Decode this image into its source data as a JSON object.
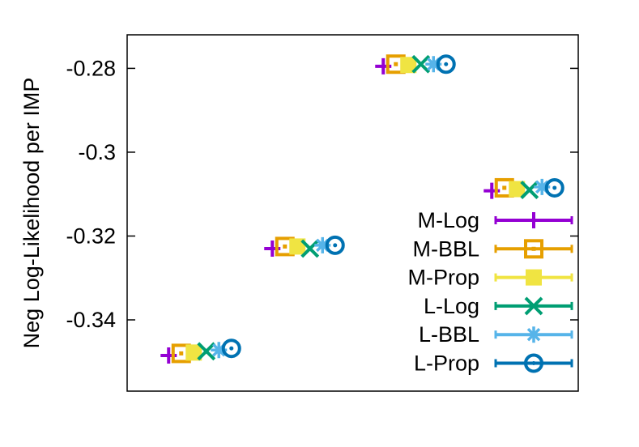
{
  "chart_data": {
    "type": "scatter",
    "title": "",
    "xlabel": "",
    "ylabel": "Neg Log-Likelihood per IMP",
    "ylim": [
      -0.357,
      -0.272
    ],
    "yticks": [
      {
        "value": -0.28,
        "label": "-0.28"
      },
      {
        "value": -0.3,
        "label": "-0.3"
      },
      {
        "value": -0.32,
        "label": "-0.32"
      },
      {
        "value": -0.34,
        "label": "-0.34"
      }
    ],
    "grid": false,
    "legend_position": "right",
    "series": [
      {
        "name": "M-Log",
        "color": "#9400d3",
        "marker": "plus",
        "values": [
          -0.3485,
          -0.323,
          -0.2795,
          -0.3092
        ]
      },
      {
        "name": "M-BBL",
        "color": "#e69f00",
        "marker": "open-square",
        "values": [
          -0.348,
          -0.3225,
          -0.279,
          -0.3085
        ]
      },
      {
        "name": "M-Prop",
        "color": "#f0e442",
        "marker": "filled-square",
        "values": [
          -0.3478,
          -0.3225,
          -0.2792,
          -0.3088
        ]
      },
      {
        "name": "L-Log",
        "color": "#009e73",
        "marker": "cross",
        "values": [
          -0.3475,
          -0.323,
          -0.279,
          -0.309
        ]
      },
      {
        "name": "L-BBL",
        "color": "#56b4e9",
        "marker": "asterisk",
        "values": [
          -0.3472,
          -0.3222,
          -0.279,
          -0.3083
        ]
      },
      {
        "name": "L-Prop",
        "color": "#0072b2",
        "marker": "open-circle",
        "values": [
          -0.3468,
          -0.3222,
          -0.279,
          -0.3085
        ]
      }
    ]
  }
}
